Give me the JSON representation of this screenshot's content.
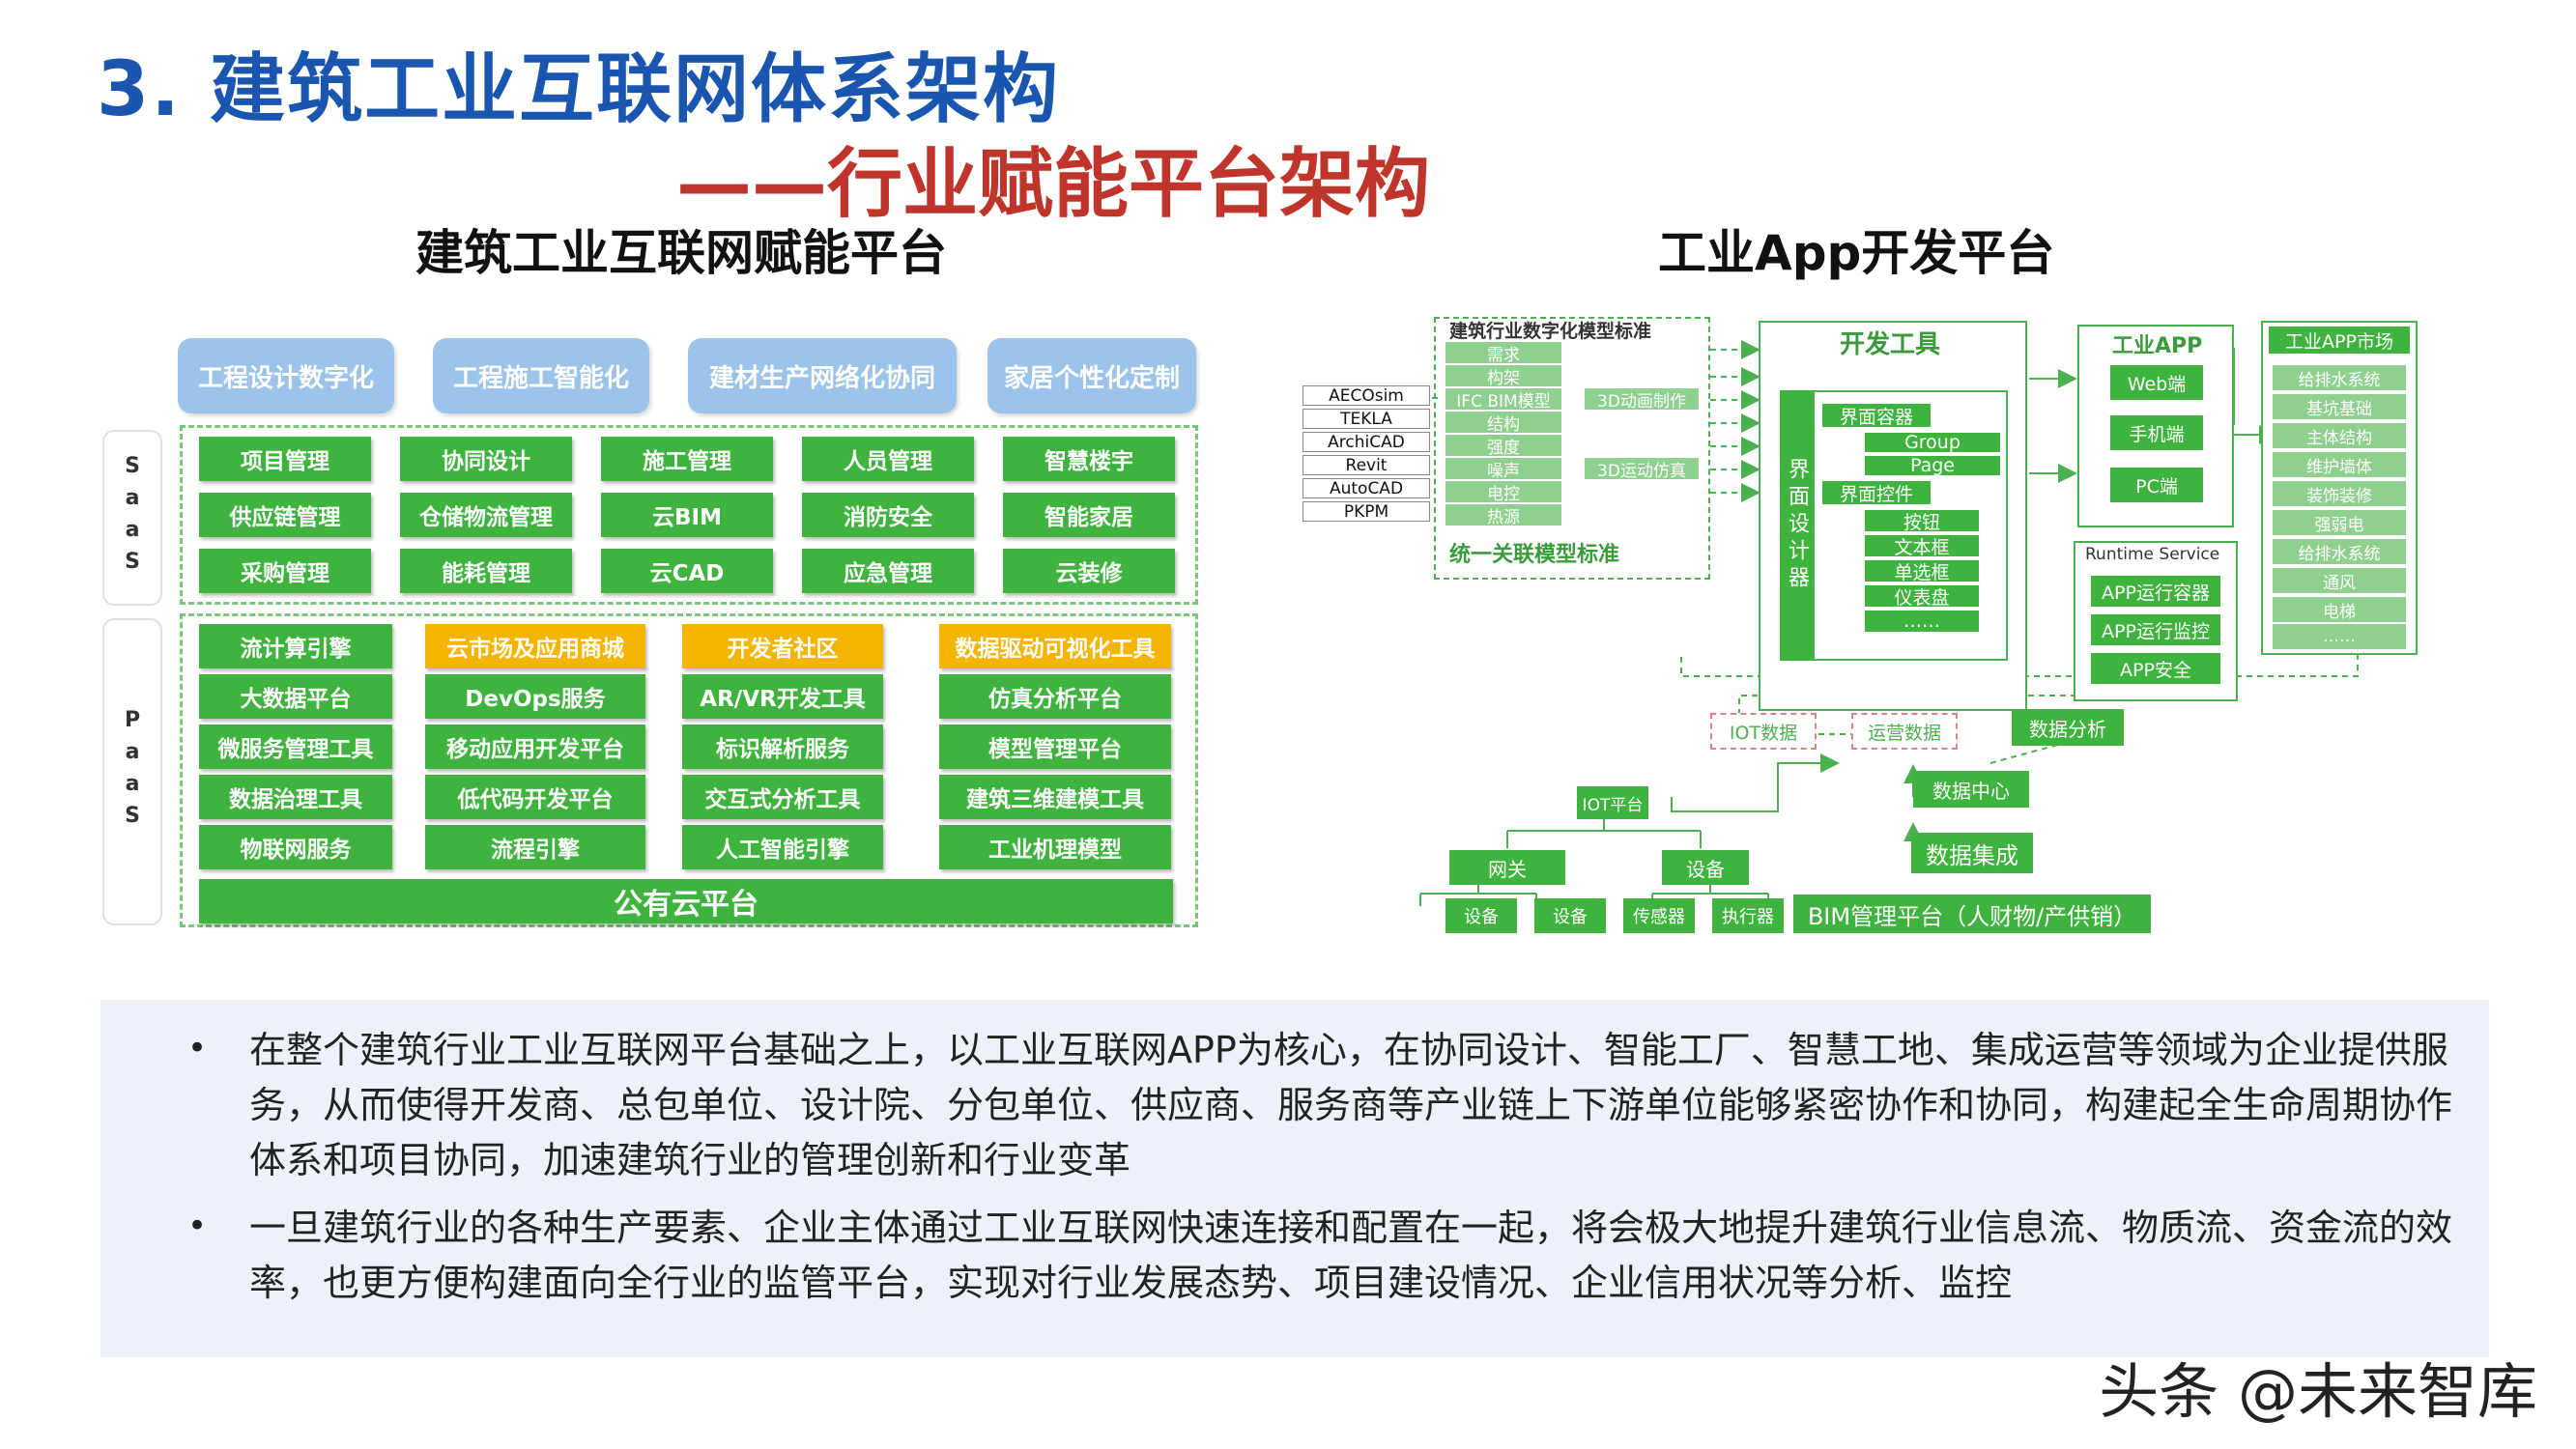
{
  "title": {
    "main": "3.  建筑工业互联网体系架构",
    "sub": "——行业赋能平台架构"
  },
  "left": {
    "heading": "建筑工业互联网赋能平台",
    "top_boxes": [
      "工程设计数字化",
      "工程施工智能化",
      "建材生产网络化协同",
      "家居个性化定制"
    ],
    "saas_label": "SaaS",
    "saas_rows": [
      [
        "项目管理",
        "协同设计",
        "施工管理",
        "人员管理",
        "智慧楼宇"
      ],
      [
        "供应链管理",
        "仓储物流管理",
        "云BIM",
        "消防安全",
        "智能家居"
      ],
      [
        "采购管理",
        "能耗管理",
        "云CAD",
        "应急管理",
        "云装修"
      ]
    ],
    "paas_label": "PaaS",
    "paas_cols": [
      [
        "流计算引擎",
        "大数据平台",
        "微服务管理工具",
        "数据治理工具",
        "物联网服务"
      ],
      [
        "云市场及应用商城",
        "DevOps服务",
        "移动应用开发平台",
        "低代码开发平台",
        "流程引擎"
      ],
      [
        "开发者社区",
        "AR/VR开发工具",
        "标识解析服务",
        "交互式分析工具",
        "人工智能引擎"
      ],
      [
        "数据驱动可视化工具",
        "仿真分析平台",
        "模型管理平台",
        "建筑三维建模工具",
        "工业机理模型"
      ]
    ],
    "cloud": "公有云平台"
  },
  "right": {
    "heading": "工业App开发平台",
    "standard_title": "建筑行业数字化模型标准",
    "standard_items": [
      "需求",
      "构架",
      "IFC BIM模型",
      "结构",
      "强度",
      "噪声",
      "电控",
      "热源"
    ],
    "standard_tags": [
      "3D动画制作",
      "3D运动仿真"
    ],
    "standard_footer": "统一关联模型标准",
    "software": [
      "AECOsim",
      "TEKLA",
      "ArchiCAD",
      "Revit",
      "AutoCAD",
      "PKPM"
    ],
    "dev_tools_title": "开发工具",
    "designer_label": "界面设计器",
    "container": "界面容器",
    "group": "Group",
    "page": "Page",
    "control": "界面控件",
    "controls": [
      "按钮",
      "文本框",
      "单选框",
      "仪表盘",
      "……"
    ],
    "app_title": "工业APP",
    "app_items": [
      "Web端",
      "手机端",
      "PC端"
    ],
    "runtime_title": "Runtime Service",
    "runtime_items": [
      "APP运行容器",
      "APP运行监控",
      "APP安全"
    ],
    "market_title": "工业APP市场",
    "market_items": [
      "给排水系统",
      "基坑基础",
      "主体结构",
      "维护墙体",
      "装饰装修",
      "强弱电",
      "给排水系统",
      "通风",
      "电梯",
      "……"
    ],
    "iot_data": "IOT数据",
    "ops_data": "运营数据",
    "data_analysis": "数据分析",
    "iot_platform": "IOT平台",
    "data_center": "数据中心",
    "gateway": "网关",
    "device": "设备",
    "data_integration": "数据集成",
    "bottom_items": [
      "设备",
      "设备",
      "传感器",
      "执行器"
    ],
    "bim_platform": "BIM管理平台（人财物/产供销）"
  },
  "bullets": [
    "在整个建筑行业工业互联网平台基础之上，以工业互联网APP为核心，在协同设计、智能工厂、智慧工地、集成运营等领域为企业提供服务，从而使得开发商、总包单位、设计院、分包单位、供应商、服务商等产业链上下游单位能够紧密协作和协同，构建起全生命周期协作体系和项目协同，加速建筑行业的管理创新和行业变革",
    "一旦建筑行业的各种生产要素、企业主体通过工业互联网快速连接和配置在一起，将会极大地提升建筑行业信息流、物质流、资金流的效率，也更方便构建面向全行业的监管平台，实现对行业发展态势、项目建设情况、企业信用状况等分析、监控"
  ],
  "bullet_symbol": "•",
  "watermark": "头条 @未来智库",
  "colors": {
    "title_blue": "#1a56b0",
    "title_red": "#c0352b",
    "green": "#3eb43e",
    "orange": "#f4b400",
    "light_blue": "#9cc3e9"
  }
}
